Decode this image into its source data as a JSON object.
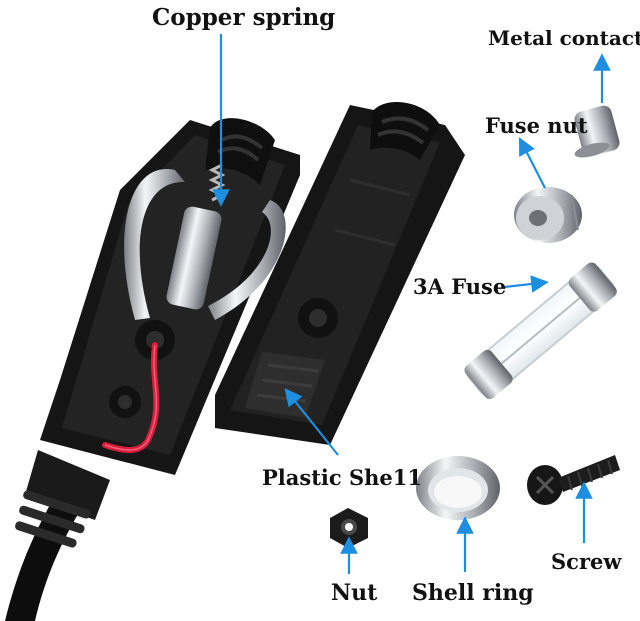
{
  "labels": {
    "copper_spring": "Copper spring",
    "metal_contact": "Metal contact",
    "fuse_nut": "Fuse nut",
    "fuse_3a": "3A Fuse",
    "plastic_shell": "Plastic She11",
    "nut": "Nut",
    "shell_ring": "Shell ring",
    "screw": "Screw"
  },
  "colors": {
    "arrow": "#1e8ee0",
    "shell": "#151515",
    "metal": "#c9cbcf",
    "red_wire": "#d81e3c"
  }
}
